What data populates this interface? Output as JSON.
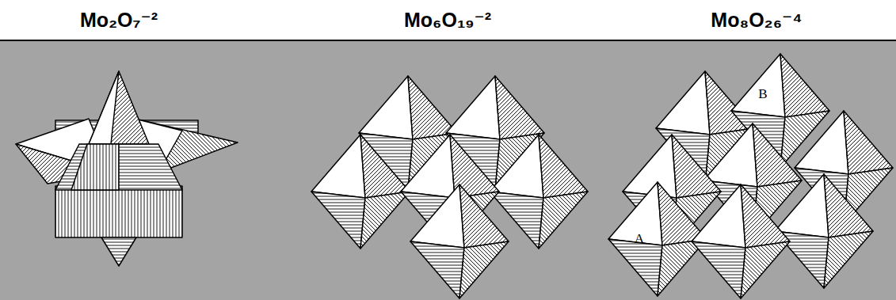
{
  "diagram": {
    "labels": [
      "Mo₂O₇⁻²",
      "Mo₆O₁₉⁻²",
      "Mo₈O₂₆⁻⁴",
      "A",
      "B"
    ]
  }
}
